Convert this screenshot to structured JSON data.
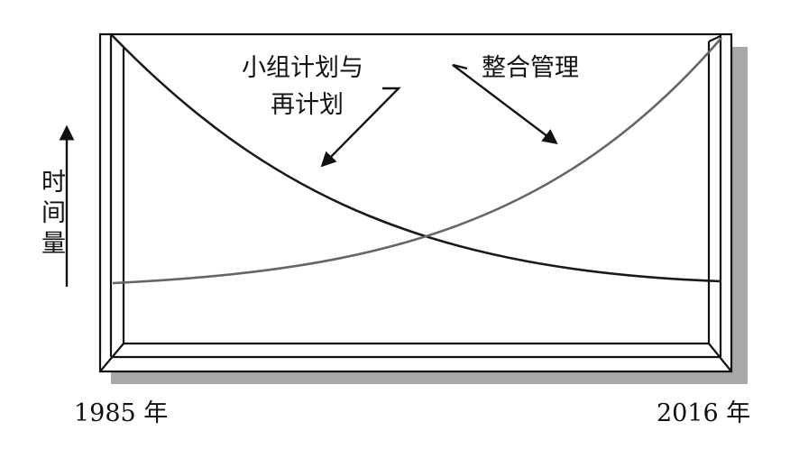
{
  "labels": {
    "small_group_line1": "小组计划与",
    "small_group_line2": "再计划",
    "integrated": "整合管理",
    "y_axis_char1": "时",
    "y_axis_char2": "间",
    "y_axis_char3": "量",
    "start_year": "1985 年",
    "end_year": "2016 年"
  },
  "colors": {
    "frame": "#111111",
    "shadow": "#a8a8a8",
    "small_group_curve": "#1a1a1a",
    "integrated_curve": "#666666",
    "arrow": "#111111"
  }
}
